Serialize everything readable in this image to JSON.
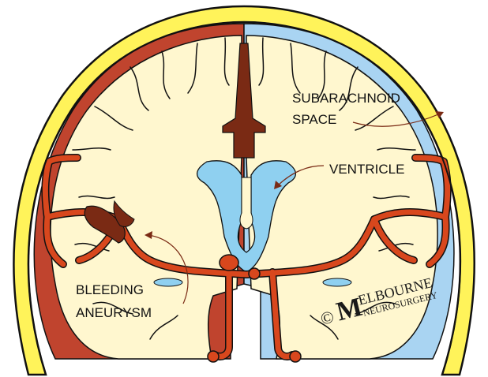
{
  "labels": {
    "subarachnoid_line1": "SUBARACHNOID",
    "subarachnoid_line2": "SPACE",
    "ventricle": "VENTRICLE",
    "bleeding_line1": "BLEEDING",
    "bleeding_line2": "ANEURYSM"
  },
  "watermark": {
    "copyright": "©",
    "brand_initial": "M",
    "brand_rest": "ELBOURNE",
    "brand_sub": "NEUROSURGERY"
  },
  "colors": {
    "skull": "#FFF35A",
    "skull_stroke": "#111111",
    "csf": "#A9D4F2",
    "blood": "#C0442E",
    "brain": "#FFF7CF",
    "artery": "#D8471D",
    "dark_blood": "#7A2A14"
  }
}
